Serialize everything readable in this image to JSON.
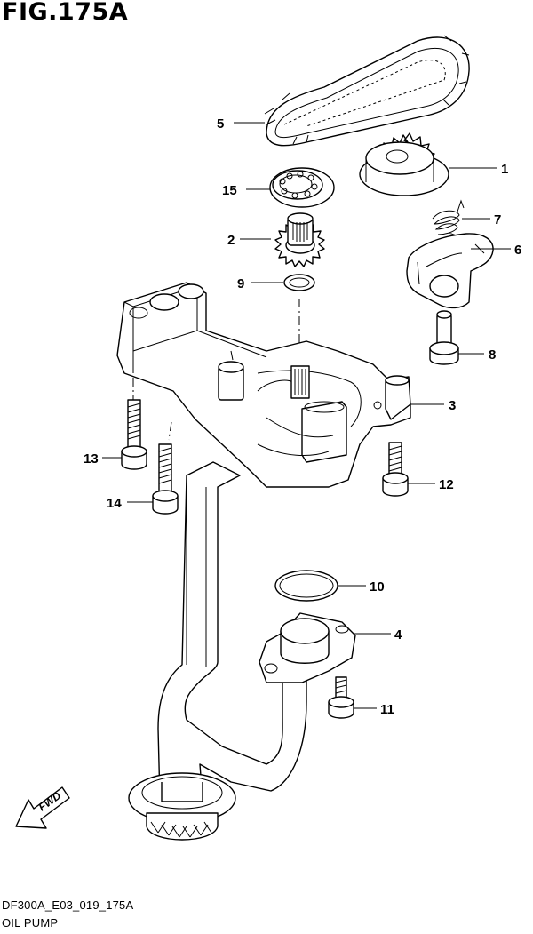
{
  "figure": {
    "title": "FIG.175A"
  },
  "footer": {
    "code": "DF300A_E03_019_175A",
    "name": "OIL PUMP"
  },
  "fwd_label": "FWD",
  "callouts": [
    "1",
    "2",
    "3",
    "4",
    "5",
    "6",
    "7",
    "8",
    "9",
    "10",
    "11",
    "12",
    "13",
    "14",
    "15"
  ]
}
